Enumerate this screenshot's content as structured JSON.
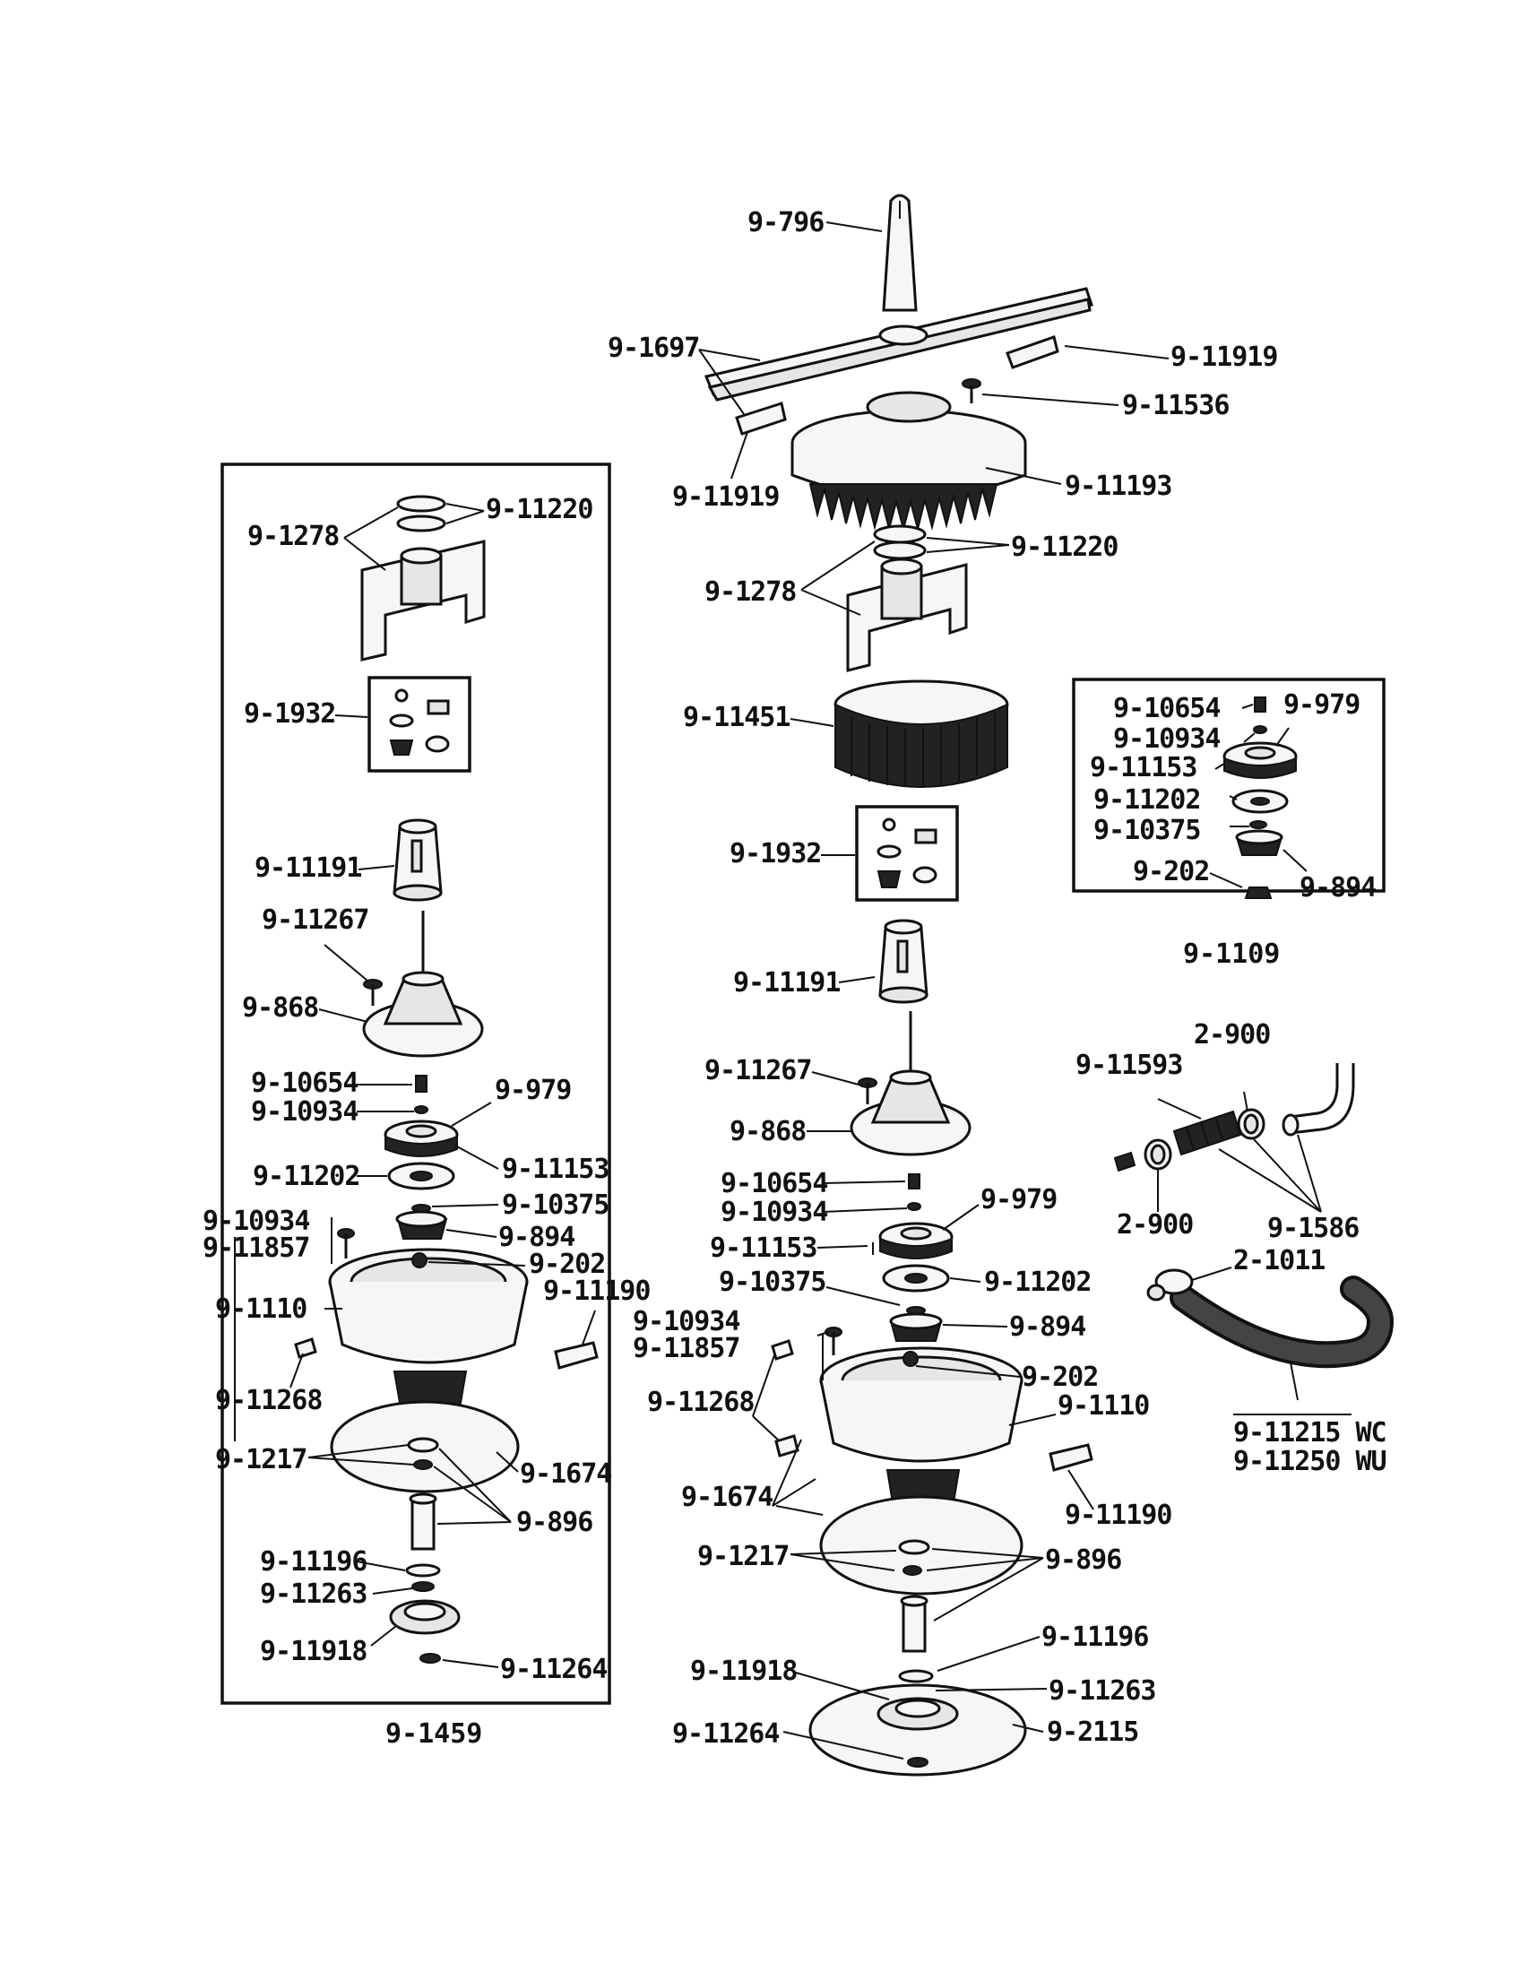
{
  "diagram": {
    "top": {
      "spray_cap": "9-796",
      "spray_arm": "9-1697",
      "clip_right": "9-11919",
      "clip_left": "9-11919",
      "screw": "9-11536",
      "impeller_guard": "9-11193",
      "seal_rings": "9-11220",
      "bracket": "9-1278",
      "filter_screen": "9-11451",
      "seal_kit": "9-1932",
      "sleeve": "9-11191",
      "screw_2": "9-11267",
      "hub": "9-868",
      "bolt": "9-10654",
      "washer": "9-10934",
      "seal_assembly": "9-979",
      "screw_3": "9-11153",
      "seal_plate": "9-11202",
      "gasket": "9-10375",
      "impeller": "9-894",
      "nut": "9-202",
      "washer_2": "9-10934",
      "bolt_2": "9-11857",
      "clip_3": "9-11268",
      "pump_housing": "9-1110",
      "clip_4": "9-11190",
      "gasket_large": "9-1674",
      "bearing": "9-1217",
      "bearing_2": "9-896",
      "shaft_washer": "9-11196",
      "spacer": "9-11263",
      "pulley": "9-11918",
      "nut_2": "9-11264",
      "disc": "9-2115"
    },
    "left_kit": {
      "caption": "9-1459",
      "seal_rings": "9-11220",
      "bracket": "9-1278",
      "seal_kit": "9-1932",
      "sleeve": "9-11191",
      "screw": "9-11267",
      "hub": "9-868",
      "bolt": "9-10654",
      "washer": "9-10934",
      "seal_assembly": "9-979",
      "screw_2": "9-11153",
      "seal_plate": "9-11202",
      "gasket": "9-10375",
      "washer_2": "9-10934",
      "bolt_2": "9-11857",
      "impeller": "9-894",
      "nut": "9-202",
      "housing": "9-1110",
      "clip": "9-11190",
      "clip_2": "9-11268",
      "bearing": "9-1217",
      "gasket_large": "9-1674",
      "bearing_2": "9-896",
      "shaft_washer": "9-11196",
      "spacer": "9-11263",
      "pulley": "9-11918",
      "nut_2": "9-11264"
    },
    "right_kit": {
      "caption": "9-1109",
      "bolt": "9-10654",
      "seal_assembly": "9-979",
      "washer": "9-10934",
      "screw": "9-11153",
      "seal_plate": "9-11202",
      "gasket": "9-10375",
      "nut": "9-202",
      "impeller": "9-894"
    },
    "hoses": {
      "strainer": "9-11593",
      "clamp_top": "2-900",
      "clamp_bottom": "2-900",
      "hose_kit": "9-1586",
      "clamp_3": "2-1011",
      "hose_wc": "9-11215 WC",
      "hose_wu": "9-11250 WU"
    }
  }
}
